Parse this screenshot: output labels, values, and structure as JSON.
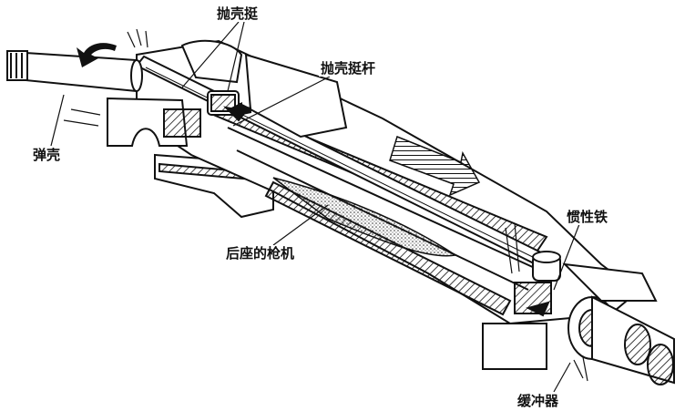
{
  "labels": {
    "ejector": "抛壳挺",
    "ejector_rod": "抛壳挺杆",
    "cartridge_case": "弹壳",
    "bolt_recoiling": "后座的枪机",
    "inertia_block": "惯性铁",
    "buffer": "缓冲器"
  },
  "icons": {
    "motion_arrow": "block-arrow-right",
    "eject_arrow": "curved-arrow-left"
  },
  "colors": {
    "ink": "#111111",
    "paper": "#ffffff"
  }
}
